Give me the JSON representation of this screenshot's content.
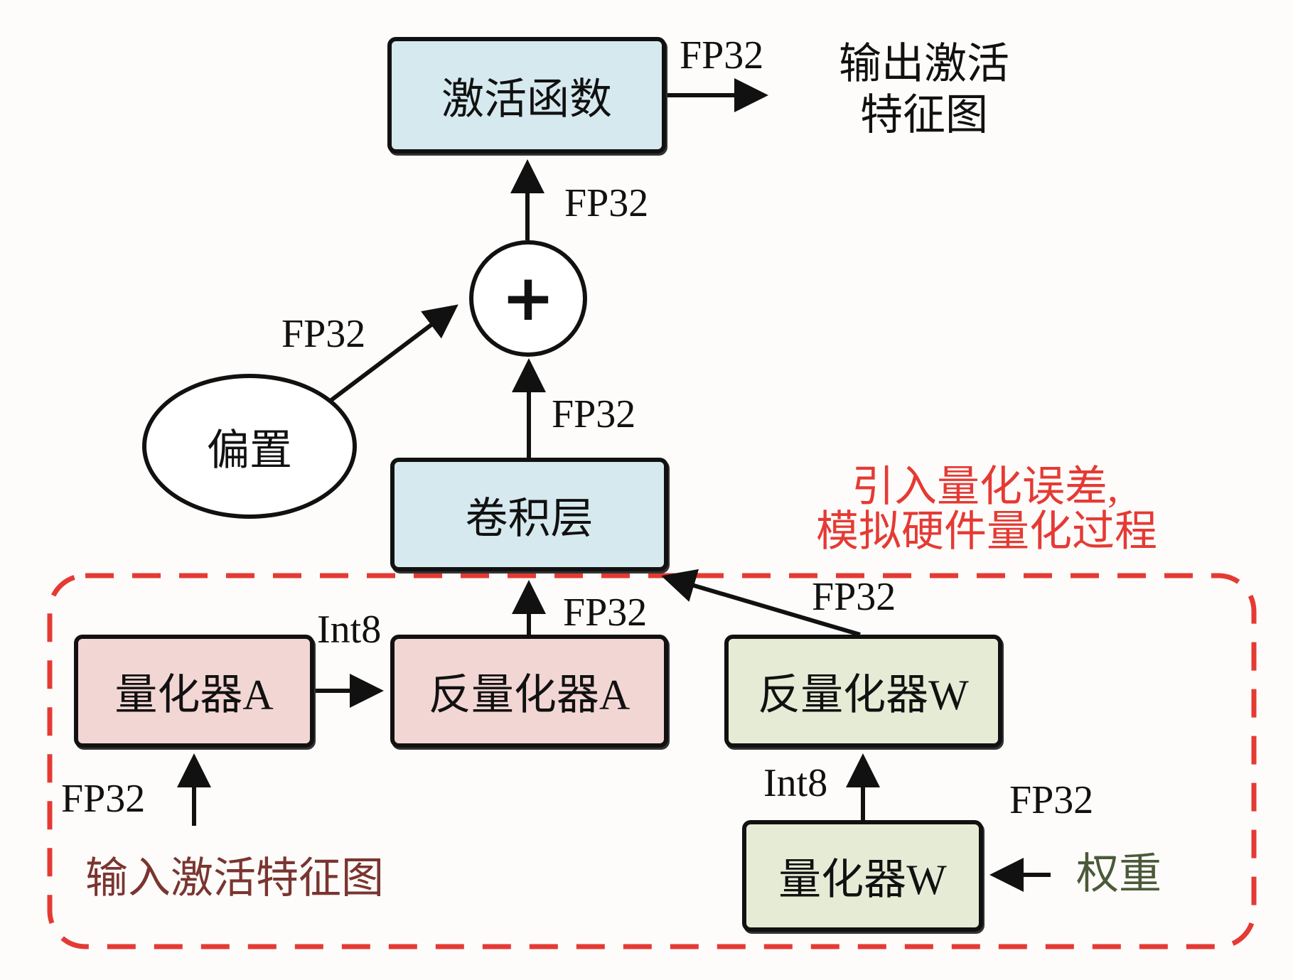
{
  "nodes": {
    "activation": "激活函数",
    "adder_symbol": "+",
    "bias": "偏置",
    "conv": "卷积层",
    "quantizer_a": "量化器A",
    "dequantizer_a": "反量化器A",
    "dequantizer_w": "反量化器W",
    "quantizer_w": "量化器W"
  },
  "labels": {
    "output": [
      "输出激活",
      "特征图"
    ],
    "input": "输入激活特征图",
    "weight": "权重",
    "annotation": [
      "引入量化误差,",
      "模拟硬件量化过程"
    ]
  },
  "edges": {
    "activation_out": "FP32",
    "adder_to_activation": "FP32",
    "bias_to_adder": "FP32",
    "conv_to_adder": "FP32",
    "deqa_to_conv": "FP32",
    "deqw_to_conv": "FP32",
    "qa_to_deqa": "Int8",
    "input_to_qa": "FP32",
    "qw_to_deqw": "Int8",
    "weight_to_qw": "FP32"
  },
  "colors": {
    "compute": "#d6e9ee",
    "activation_quant": "#f2d6d4",
    "weight_quant": "#e6ebd6",
    "annotation": "#e53a34",
    "input_label": "#7a3530",
    "weight_label": "#4a5a3a"
  }
}
